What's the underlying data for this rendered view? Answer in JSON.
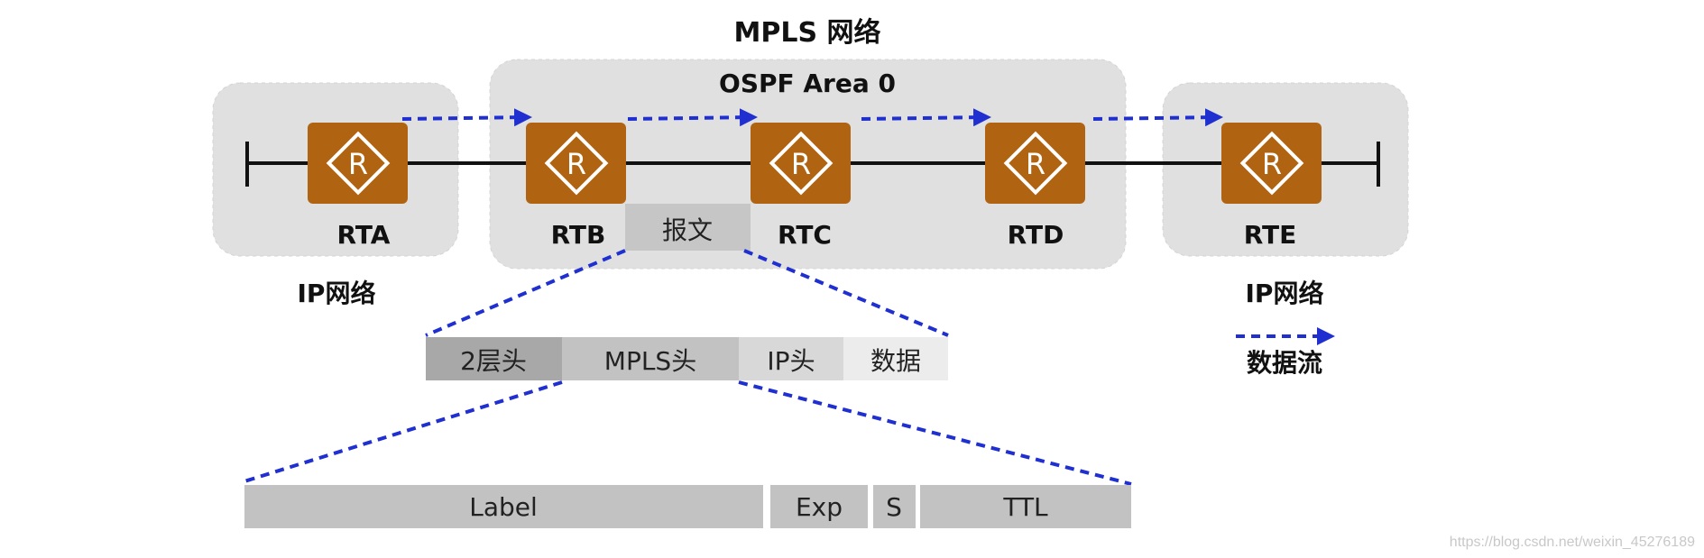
{
  "title": "MPLS 网络",
  "mpls_area_label": "OSPF Area 0",
  "left_network_label": "IP网络",
  "right_network_label": "IP网络",
  "packet_label": "报文",
  "routers": [
    {
      "name": "RTA",
      "glyph": "R"
    },
    {
      "name": "RTB",
      "glyph": "R"
    },
    {
      "name": "RTC",
      "glyph": "R"
    },
    {
      "name": "RTD",
      "glyph": "R"
    },
    {
      "name": "RTE",
      "glyph": "R"
    }
  ],
  "packet_fields": [
    "2层头",
    "MPLS头",
    "IP头",
    "数据"
  ],
  "mpls_header_fields": [
    "Label",
    "Exp",
    "S",
    "TTL"
  ],
  "legend": {
    "data_flow_label": "数据流"
  },
  "watermark": "https://blog.csdn.net/weixin_45276189",
  "colors": {
    "router_fill": "#b06411",
    "flow_arrow": "#1f2fd0",
    "network_bg": "#e0e0e0",
    "link_line": "#111111"
  }
}
